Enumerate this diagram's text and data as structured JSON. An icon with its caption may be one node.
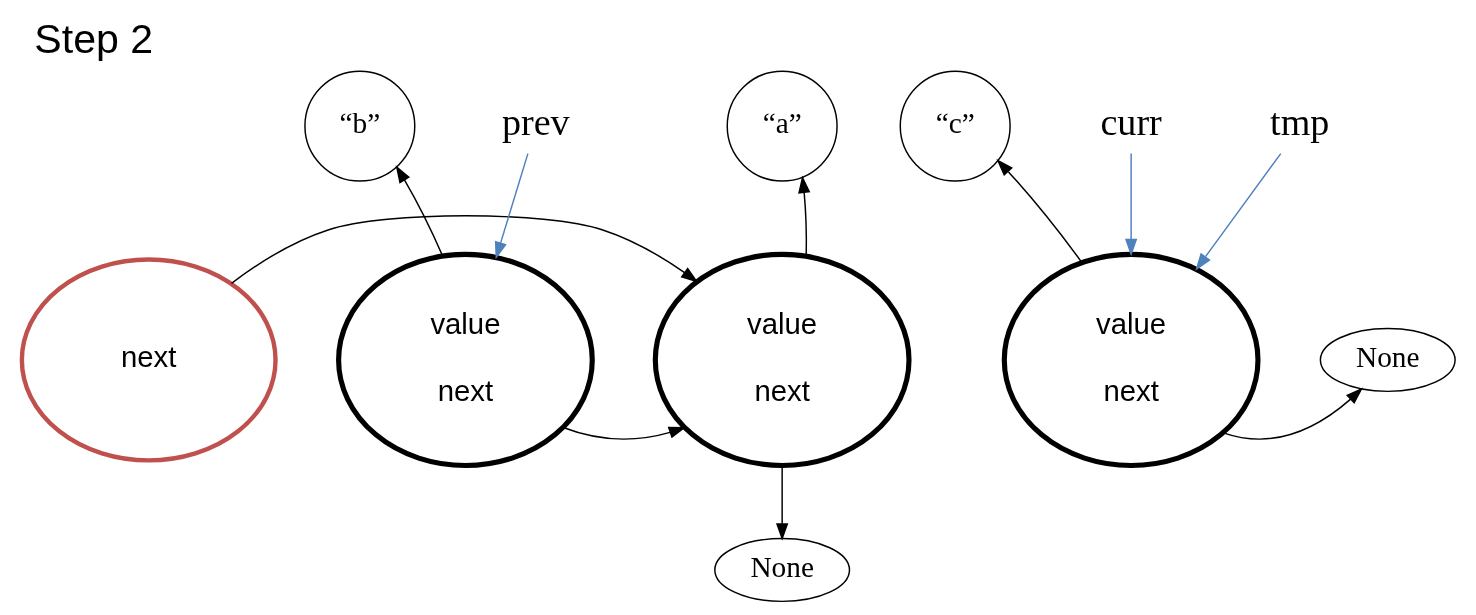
{
  "diagram": {
    "title": "Step 2",
    "nodes": [
      {
        "text": [
          "next"
        ]
      },
      {
        "text": [
          "“a”"
        ]
      },
      {
        "text": [
          "“b”"
        ]
      },
      {
        "text": [
          "“c”"
        ]
      },
      {
        "text": [
          "value",
          "next"
        ]
      },
      {
        "text": [
          "value",
          "next"
        ]
      },
      {
        "text": [
          "value",
          "next"
        ]
      },
      {
        "text": [
          "None"
        ]
      },
      {
        "text": [
          "None"
        ]
      },
      {
        "text": [
          "prev"
        ]
      },
      {
        "text": [
          "curr"
        ]
      },
      {
        "text": [
          "tmp"
        ]
      }
    ],
    "edges": [
      {
        "from": 0,
        "to": 4,
        "arrow": "to"
      },
      {
        "from": 4,
        "to": 1,
        "arrow": "to"
      },
      {
        "from": 5,
        "to": 2,
        "arrow": "to"
      },
      {
        "from": 6,
        "to": 3,
        "arrow": "to"
      },
      {
        "from": 4,
        "to": 7,
        "arrow": "to"
      },
      {
        "from": 5,
        "to": 4,
        "arrow": "to"
      },
      {
        "from": 6,
        "to": 8,
        "arrow": "to"
      },
      {
        "from": 9,
        "to": 5,
        "arrow": "to",
        "color": "#4f81bd"
      },
      {
        "from": 10,
        "to": 6,
        "arrow": "to",
        "color": "#4f81bd"
      },
      {
        "from": 11,
        "to": 6,
        "arrow": "to",
        "color": "#4f81bd"
      }
    ]
  }
}
